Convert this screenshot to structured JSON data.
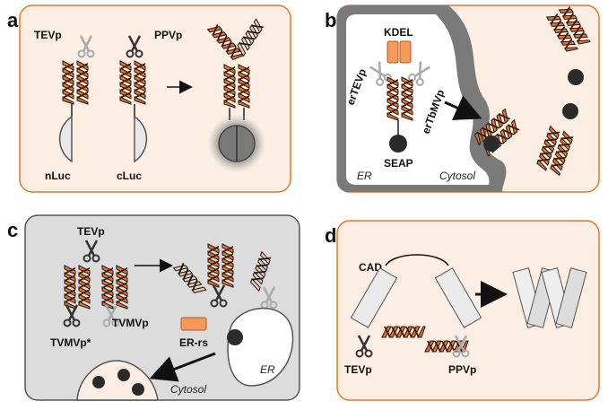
{
  "panels": {
    "a": {
      "letter": "a",
      "labels": {
        "tevp": "TEVp",
        "ppvp": "PPVp",
        "nluc": "nLuc",
        "cluc": "cLuc"
      }
    },
    "b": {
      "letter": "b",
      "labels": {
        "kdel": "KDEL",
        "ertevp": "erTEVp",
        "ertbmvp": "erTbMVp",
        "seap": "SEAP",
        "er": "ER",
        "cytosol": "Cytosol"
      }
    },
    "c": {
      "letter": "c",
      "labels": {
        "tevp": "TEVp",
        "tvmvp": "TVMVp",
        "tvmvp_star": "TVMVp*",
        "er_rs": "ER-rs",
        "er": "ER",
        "cytosol": "Cytosol"
      }
    },
    "d": {
      "letter": "d",
      "labels": {
        "cad": "CAD",
        "tevp": "TEVp",
        "ppvp": "PPVp"
      }
    }
  },
  "colors": {
    "panel_fill": "#fdeee3",
    "panel_border": "#e07a25",
    "gray_panel_fill": "#dcdcdc",
    "coil_orange": "#e8732a",
    "coil_dark": "#1a1a1a",
    "coil_light": "#f2c6a6",
    "er_gray": "#7a7a7a",
    "seap": "#2b2b2b",
    "kdel": "#f59a5a"
  }
}
